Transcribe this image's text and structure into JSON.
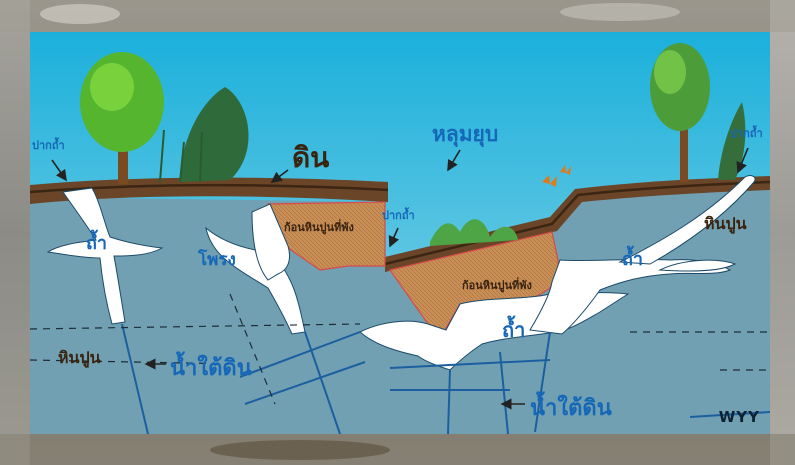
{
  "diagram": {
    "labels": {
      "soil": "ดิน",
      "sinkhole": "หลุมยุบ",
      "swallow_hole_left": "ปากถ้ำ",
      "swallow_hole_center": "ปากถ้ำ",
      "swallow_hole_right": "ปากถ้ำ",
      "cave_left": "ถ้ำ",
      "cave_center": "ถ้ำ",
      "cave_right": "ถ้ำ",
      "hollow": "โพรง",
      "collapsed_block_left": "ก้อนหินปูนที่พัง",
      "collapsed_block_center": "ก้อนหินปูนที่พัง",
      "limestone_left": "หินปูน",
      "limestone_right": "หินปูน",
      "groundwater_left": "น้ำใต้ดิน",
      "groundwater_bottom": "น้ำใต้ดิน"
    },
    "watermark": "WYY",
    "colors": {
      "sky_top": "#1bb0db",
      "sky_bottom": "#8fd6e8",
      "limestone": "#71a0b2",
      "soil": "#6a4528",
      "collapsed_rock": "#c98f56",
      "cave": "#ffffff",
      "label_blue": "#1567b8",
      "label_dark": "#3a2410",
      "fracture": "#1c5fa0"
    }
  }
}
